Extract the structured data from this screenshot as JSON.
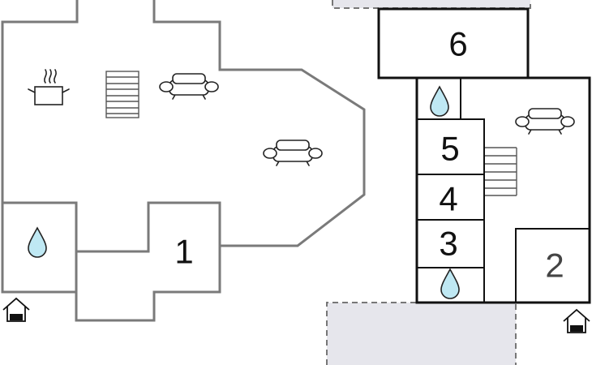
{
  "rooms": {
    "room_1": {
      "label": "1"
    },
    "room_2": {
      "label": "2"
    },
    "room_3": {
      "label": "3"
    },
    "room_4": {
      "label": "4"
    },
    "room_5": {
      "label": "5"
    },
    "room_6": {
      "label": "6"
    }
  },
  "icons": [
    "cooking-pot-icon",
    "staircase-icon",
    "sofa-icon",
    "water-drop-icon",
    "entrance-icon"
  ],
  "colors": {
    "wall_dark": "#111111",
    "wall_grey": "#7a7a7a",
    "terrace": "#e6e6ec",
    "water_drop": "#bfe8f3"
  }
}
